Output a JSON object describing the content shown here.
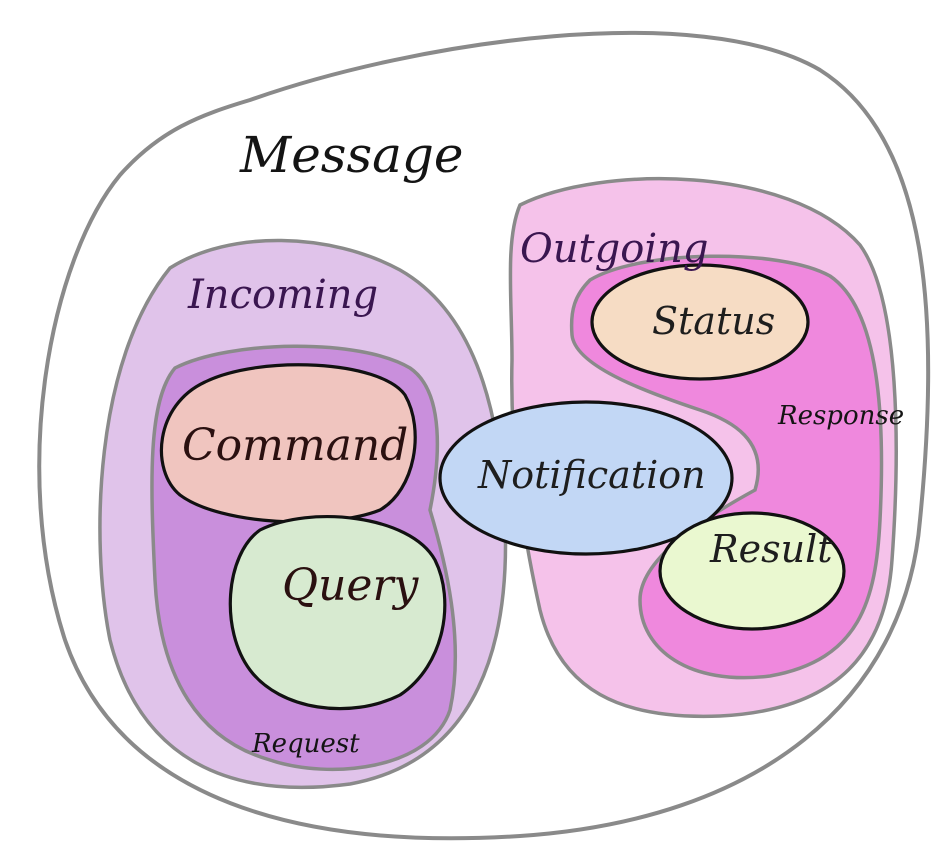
{
  "labels": {
    "message": "Message",
    "incoming": "Incoming",
    "outgoing": "Outgoing",
    "request": "Request",
    "response": "Response",
    "command": "Command",
    "query": "Query",
    "notification": "Notification",
    "status": "Status",
    "result": "Result"
  },
  "colors": {
    "incoming_outer": "#e0c3ea",
    "incoming_inner": "#c98fdc",
    "outgoing_outer": "#f5c2ea",
    "outgoing_inner": "#ef88dd",
    "command": "#f0c5bf",
    "query": "#d7ead0",
    "notification": "#c2d7f5",
    "status": "#f6dcc4",
    "result": "#eaf8d0",
    "outline": "#8a8a8a",
    "ink": "#111111"
  }
}
